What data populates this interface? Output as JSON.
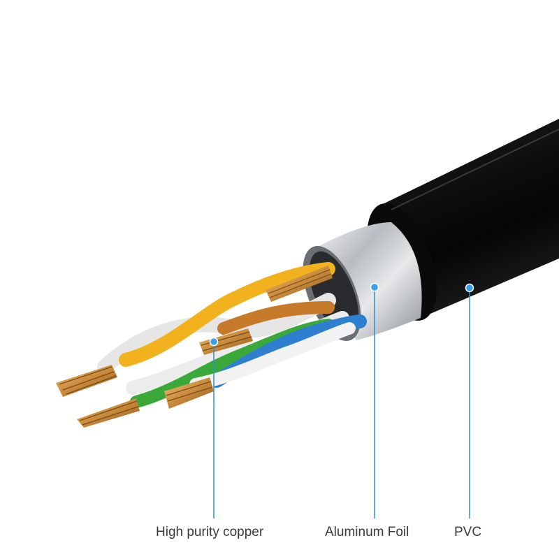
{
  "labels": {
    "copper": "High purity copper",
    "foil": "Aluminum Foil",
    "pvc": "PVC"
  },
  "colors": {
    "callout_line": "#2a8fd8",
    "callout_dot": "#3b9eea",
    "label_text": "#3a3a3a",
    "jacket": "#0b0b0b",
    "foil": "#c9ccd0",
    "copper": "#c98a3c",
    "pairs": [
      "#f2b21e",
      "#c77a2a",
      "#2f7fd0",
      "#3aa93a",
      "#e9e9e9"
    ]
  }
}
